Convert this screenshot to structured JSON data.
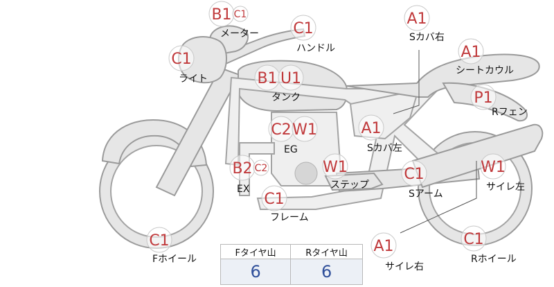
{
  "colors": {
    "grade": "#c0393b",
    "label": "#111111",
    "part_fill": "#e6e6e6",
    "part_stroke": "#9a9a9a",
    "tire_value": "#2f4f9a"
  },
  "parts": [
    {
      "id": "meter",
      "label": "メーター",
      "grades": [
        {
          "g": "B1",
          "s": "l"
        },
        {
          "g": "C1",
          "s": "s"
        }
      ]
    },
    {
      "id": "handle",
      "label": "ハンドル",
      "grades": [
        {
          "g": "C1",
          "s": "l"
        }
      ]
    },
    {
      "id": "light",
      "label": "ライト",
      "grades": [
        {
          "g": "C1",
          "s": "l"
        }
      ]
    },
    {
      "id": "tank",
      "label": "タンク",
      "grades": [
        {
          "g": "B1",
          "s": "l"
        },
        {
          "g": "U1",
          "s": "l"
        }
      ]
    },
    {
      "id": "s-cover-right",
      "label": "Sカバ右",
      "grades": [
        {
          "g": "A1",
          "s": "l"
        }
      ]
    },
    {
      "id": "seat-cowl",
      "label": "シートカウル",
      "grades": [
        {
          "g": "A1",
          "s": "l"
        }
      ]
    },
    {
      "id": "r-fender",
      "label": "Rフェン",
      "grades": [
        {
          "g": "P1",
          "s": "l"
        }
      ]
    },
    {
      "id": "engine",
      "label": "EG",
      "grades": [
        {
          "g": "C2",
          "s": "l"
        },
        {
          "g": "W1",
          "s": "l"
        }
      ]
    },
    {
      "id": "s-cover-left",
      "label": "Sカバ左",
      "grades": [
        {
          "g": "A1",
          "s": "l"
        }
      ]
    },
    {
      "id": "exhaust",
      "label": "EX",
      "grades": [
        {
          "g": "B2",
          "s": "l"
        },
        {
          "g": "C2",
          "s": "s"
        }
      ]
    },
    {
      "id": "step",
      "label": "ステップ",
      "grades": [
        {
          "g": "W1",
          "s": "l"
        }
      ]
    },
    {
      "id": "swing-arm",
      "label": "Sアーム",
      "grades": [
        {
          "g": "C1",
          "s": "l"
        }
      ]
    },
    {
      "id": "silencer-left",
      "label": "サイレ左",
      "grades": [
        {
          "g": "W1",
          "s": "l"
        }
      ]
    },
    {
      "id": "frame",
      "label": "フレーム",
      "grades": [
        {
          "g": "C1",
          "s": "l"
        }
      ]
    },
    {
      "id": "front-wheel",
      "label": "Fホイール",
      "grades": [
        {
          "g": "C1",
          "s": "l"
        }
      ]
    },
    {
      "id": "silencer-right",
      "label": "サイレ右",
      "grades": [
        {
          "g": "A1",
          "s": "l"
        }
      ]
    },
    {
      "id": "rear-wheel",
      "label": "Rホイール",
      "grades": [
        {
          "g": "C1",
          "s": "l"
        }
      ]
    }
  ],
  "tire_table": {
    "headers": [
      "Fタイヤ山",
      "Rタイヤ山"
    ],
    "values": [
      "6",
      "6"
    ]
  }
}
